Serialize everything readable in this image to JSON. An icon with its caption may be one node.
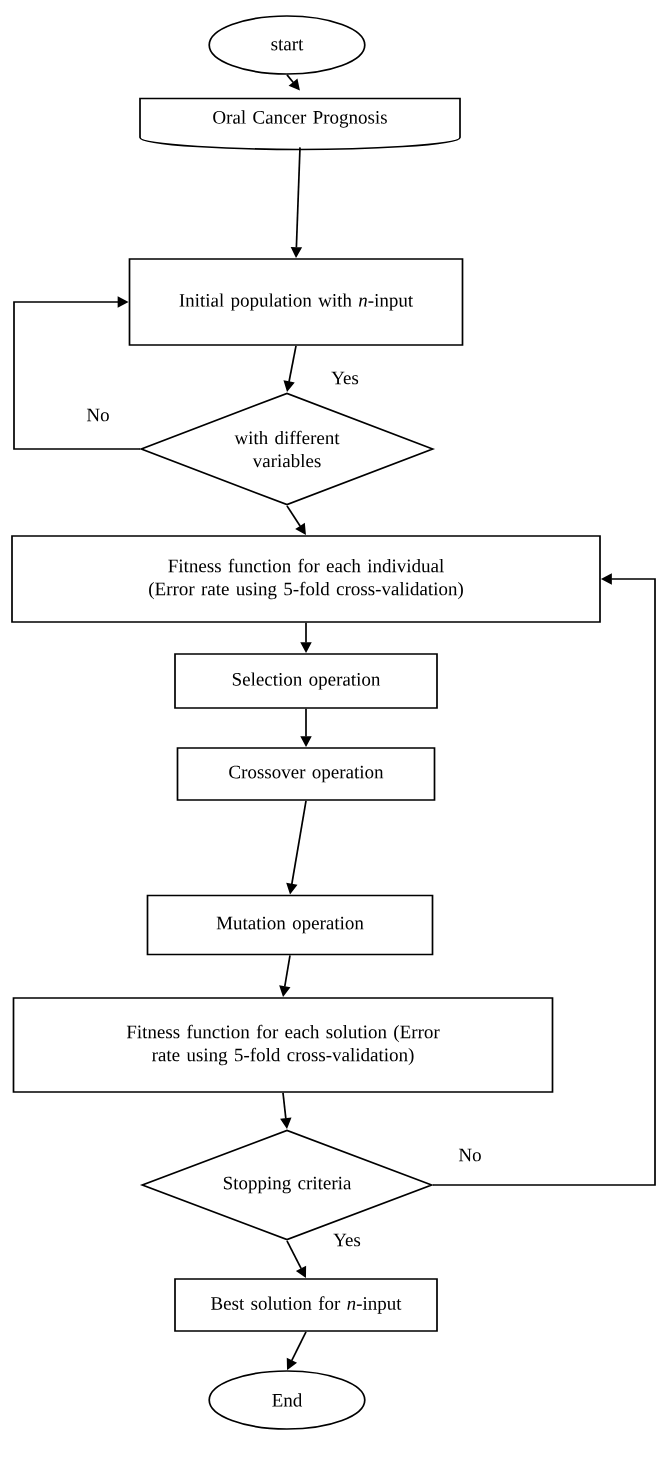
{
  "diagram": {
    "nodes": [
      {
        "text": [
          "start"
        ]
      },
      {
        "text": [
          "Oral Cancer Prognosis"
        ]
      },
      {
        "text": [
          "Initial population with *n*-input"
        ]
      },
      {
        "text": [
          "with different variables"
        ]
      },
      {
        "text": [
          "Fitness function for each individual (Error rate using 5-fold cross-validation)"
        ]
      },
      {
        "text": [
          "Selection operation"
        ]
      },
      {
        "text": [
          "Crossover operation"
        ]
      },
      {
        "text": [
          "Mutation operation"
        ]
      },
      {
        "text": [
          "Fitness function for each solution (Error rate using 5-fold cross-validation)"
        ]
      },
      {
        "text": [
          "Stopping criteria"
        ]
      },
      {
        "text": [
          "Best solution for *n*-input"
        ]
      },
      {
        "text": [
          "End"
        ]
      }
    ],
    "edges": [
      {
        "from": 0,
        "to": 1,
        "arrow": "to"
      },
      {
        "from": 1,
        "to": 2,
        "arrow": "to"
      },
      {
        "from": 2,
        "to": 3,
        "arrow": "to",
        "label": "Yes"
      },
      {
        "from": 3,
        "to": 2,
        "arrow": "to",
        "label": "No"
      },
      {
        "from": 3,
        "to": 4,
        "arrow": "to"
      },
      {
        "from": 4,
        "to": 5,
        "arrow": "to"
      },
      {
        "from": 5,
        "to": 6,
        "arrow": "to"
      },
      {
        "from": 6,
        "to": 7,
        "arrow": "to"
      },
      {
        "from": 7,
        "to": 8,
        "arrow": "to"
      },
      {
        "from": 8,
        "to": 9,
        "arrow": "to"
      },
      {
        "from": 9,
        "to": 4,
        "arrow": "to",
        "label": "No"
      },
      {
        "from": 9,
        "to": 10,
        "arrow": "to",
        "label": "Yes"
      },
      {
        "from": 10,
        "to": 11,
        "arrow": "to"
      }
    ]
  }
}
